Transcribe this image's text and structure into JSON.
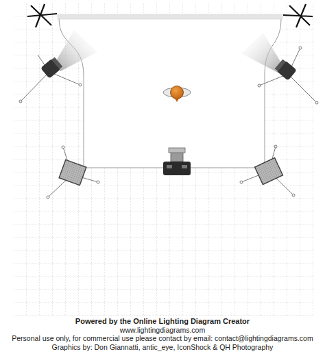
{
  "diagram": {
    "labels": [
      "Powered by the Online Lighting Diagram Creator",
      "www.lightingdiagrams.com",
      "Personal use only, for commercial use please contact by email: contact@lightingdiagrams.com",
      "Graphics by: Don Giannatti, antic_eye, IconShock & QH Photography"
    ]
  }
}
